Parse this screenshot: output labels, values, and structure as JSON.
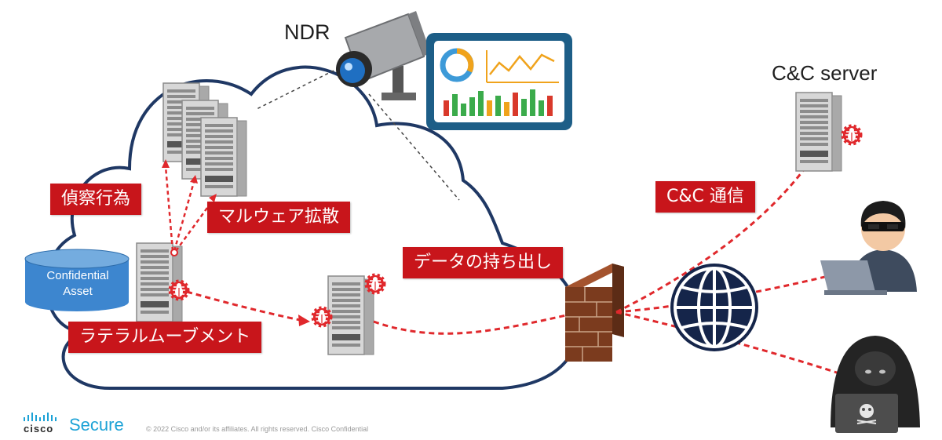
{
  "labels": {
    "ndr": "NDR",
    "cc_server": "C&C server",
    "confidential_asset_line1": "Confidential",
    "confidential_asset_line2": "Asset",
    "reconnaissance": "偵察行為",
    "malware_spread": "マルウェア拡散",
    "lateral_movement": "ラテラルムーブメント",
    "data_exfiltration": "データの持ち出し",
    "cc_communication": "C&C 通信"
  },
  "footer": {
    "brand": "cisco",
    "product": "Secure",
    "copyright": "© 2022 Cisco and/or its affiliates. All rights reserved. Cisco Confidential"
  },
  "icons": {
    "cloud": "network-cloud-icon",
    "camera": "security-camera-icon",
    "dashboard": "monitoring-dashboard-icon",
    "server": "server-rack-icon",
    "bug": "malware-bug-icon",
    "firewall": "firewall-brick-icon",
    "globe": "internet-globe-icon",
    "hacker": "hacker-icon",
    "database": "database-cylinder-icon"
  },
  "colors": {
    "cloud_outline": "#1f3864",
    "label_red": "#c8151b",
    "attack_line": "#e0282c",
    "database_blue": "#3d86cf",
    "monitor_frame": "#1d5e87",
    "globe_navy": "#15254a",
    "brand_blue": "#1ca2d6"
  }
}
